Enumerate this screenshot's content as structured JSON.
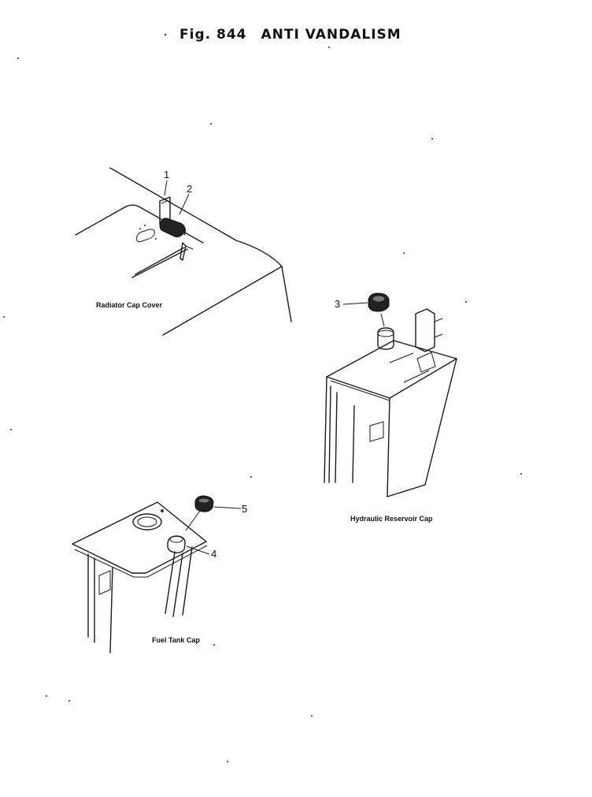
{
  "figure": {
    "number": "Fig. 844",
    "title": "ANTI VANDALISM"
  },
  "views": {
    "radiator": {
      "caption": "Radiator Cap Cover"
    },
    "hydraulic": {
      "caption": "Hydraulic Reservoir Cap"
    },
    "fuel": {
      "caption": "Fuel Tank Cap"
    }
  },
  "callouts": [
    "1",
    "2",
    "3",
    "4",
    "5"
  ]
}
